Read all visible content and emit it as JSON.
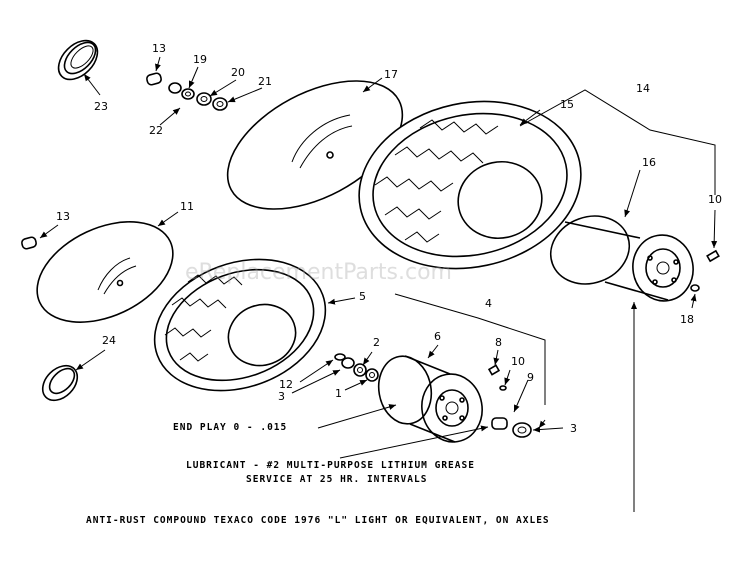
{
  "watermark": "eReplacementParts.com",
  "notes": {
    "end_play": "END PLAY 0 - .015",
    "lubricant": "LUBRICANT - #2 MULTI-PURPOSE LITHIUM GREASE",
    "service": "SERVICE AT 25 HR. INTERVALS",
    "anti_rust": "ANTI-RUST COMPOUND  TEXACO CODE 1976 \"L\" LIGHT OR EQUIVALENT, ON AXLES"
  },
  "callouts": {
    "c1": "1",
    "c2": "2",
    "c3a": "3",
    "c3b": "3",
    "c4": "4",
    "c5": "5",
    "c6": "6",
    "c8": "8",
    "c9": "9",
    "c10a": "10",
    "c10b": "10",
    "c11": "11",
    "c12": "12",
    "c13a": "13",
    "c13b": "13",
    "c14": "14",
    "c15": "15",
    "c16": "16",
    "c17": "17",
    "c18": "18",
    "c19": "19",
    "c20": "20",
    "c21": "21",
    "c22": "22",
    "c23": "23",
    "c24": "24"
  }
}
